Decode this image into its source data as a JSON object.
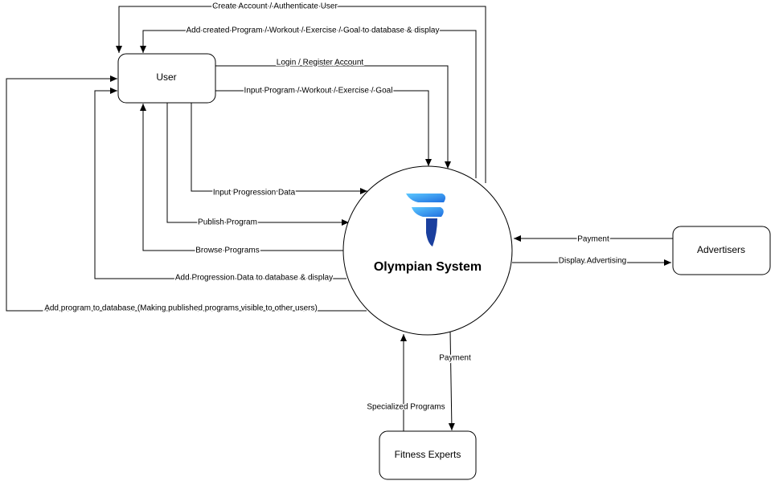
{
  "system": {
    "label": "Olympian System"
  },
  "entities": {
    "user": "User",
    "advertisers": "Advertisers",
    "fitness_experts": "Fitness Experts"
  },
  "flows": {
    "create_account": "Create Account / Authenticate User",
    "add_created_program": "Add created Program / Workout / Exercise / Goal to database & display",
    "login_register": "Login / Register Account",
    "input_program": "Input Program / Workout / Exercise / Goal",
    "input_progression": "Input Progression Data",
    "publish_program": "Publish Program",
    "browse_programs": "Browse Programs",
    "add_progression": "Add Progression Data to database & display",
    "add_program_db": "Add program to database (Making published programs visible to other users)",
    "payment_advertisers": "Payment",
    "display_advertising": "Display Advertising",
    "payment_experts": "Payment",
    "specialized_programs": "Specialized Programs"
  },
  "colors": {
    "line": "#000000",
    "logo_light": "#3ea8f5",
    "logo_dark": "#1a3f9e"
  }
}
